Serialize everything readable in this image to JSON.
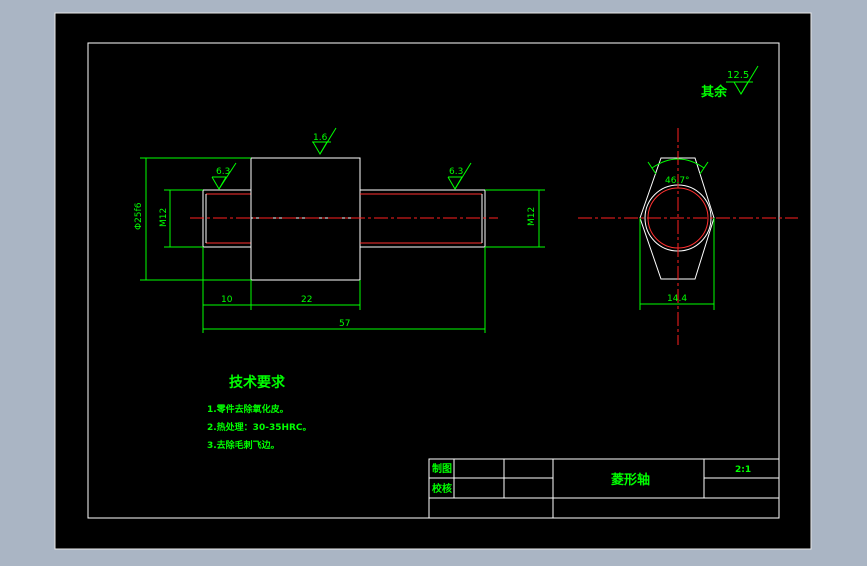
{
  "colors": {
    "background": "#aab5c4",
    "paper": "#000000",
    "outline": "#ffffff",
    "dimension": "#00ff00",
    "center_line": "#ff2020",
    "text": "#00ff00"
  },
  "roughness": {
    "general": "12.5",
    "general_prefix": "其余",
    "body": "1.6",
    "left_thread": "6.3",
    "right_thread": "6.3"
  },
  "dimensions": {
    "body_diameter": "Φ25f6",
    "left_thread": "M12",
    "right_thread": "M12",
    "left_len": "10",
    "body_len": "22",
    "total_len": "57",
    "angle": "46.7°",
    "flat_width": "14.4"
  },
  "tech_requirements": {
    "title": "技术要求",
    "items": [
      "1.零件去除氧化皮。",
      "2.热处理：30-35HRC。",
      "3.去除毛刺飞边。"
    ]
  },
  "title_block": {
    "drawn_label": "制图",
    "checked_label": "校核",
    "part_name": "菱形轴",
    "scale": "2:1"
  }
}
